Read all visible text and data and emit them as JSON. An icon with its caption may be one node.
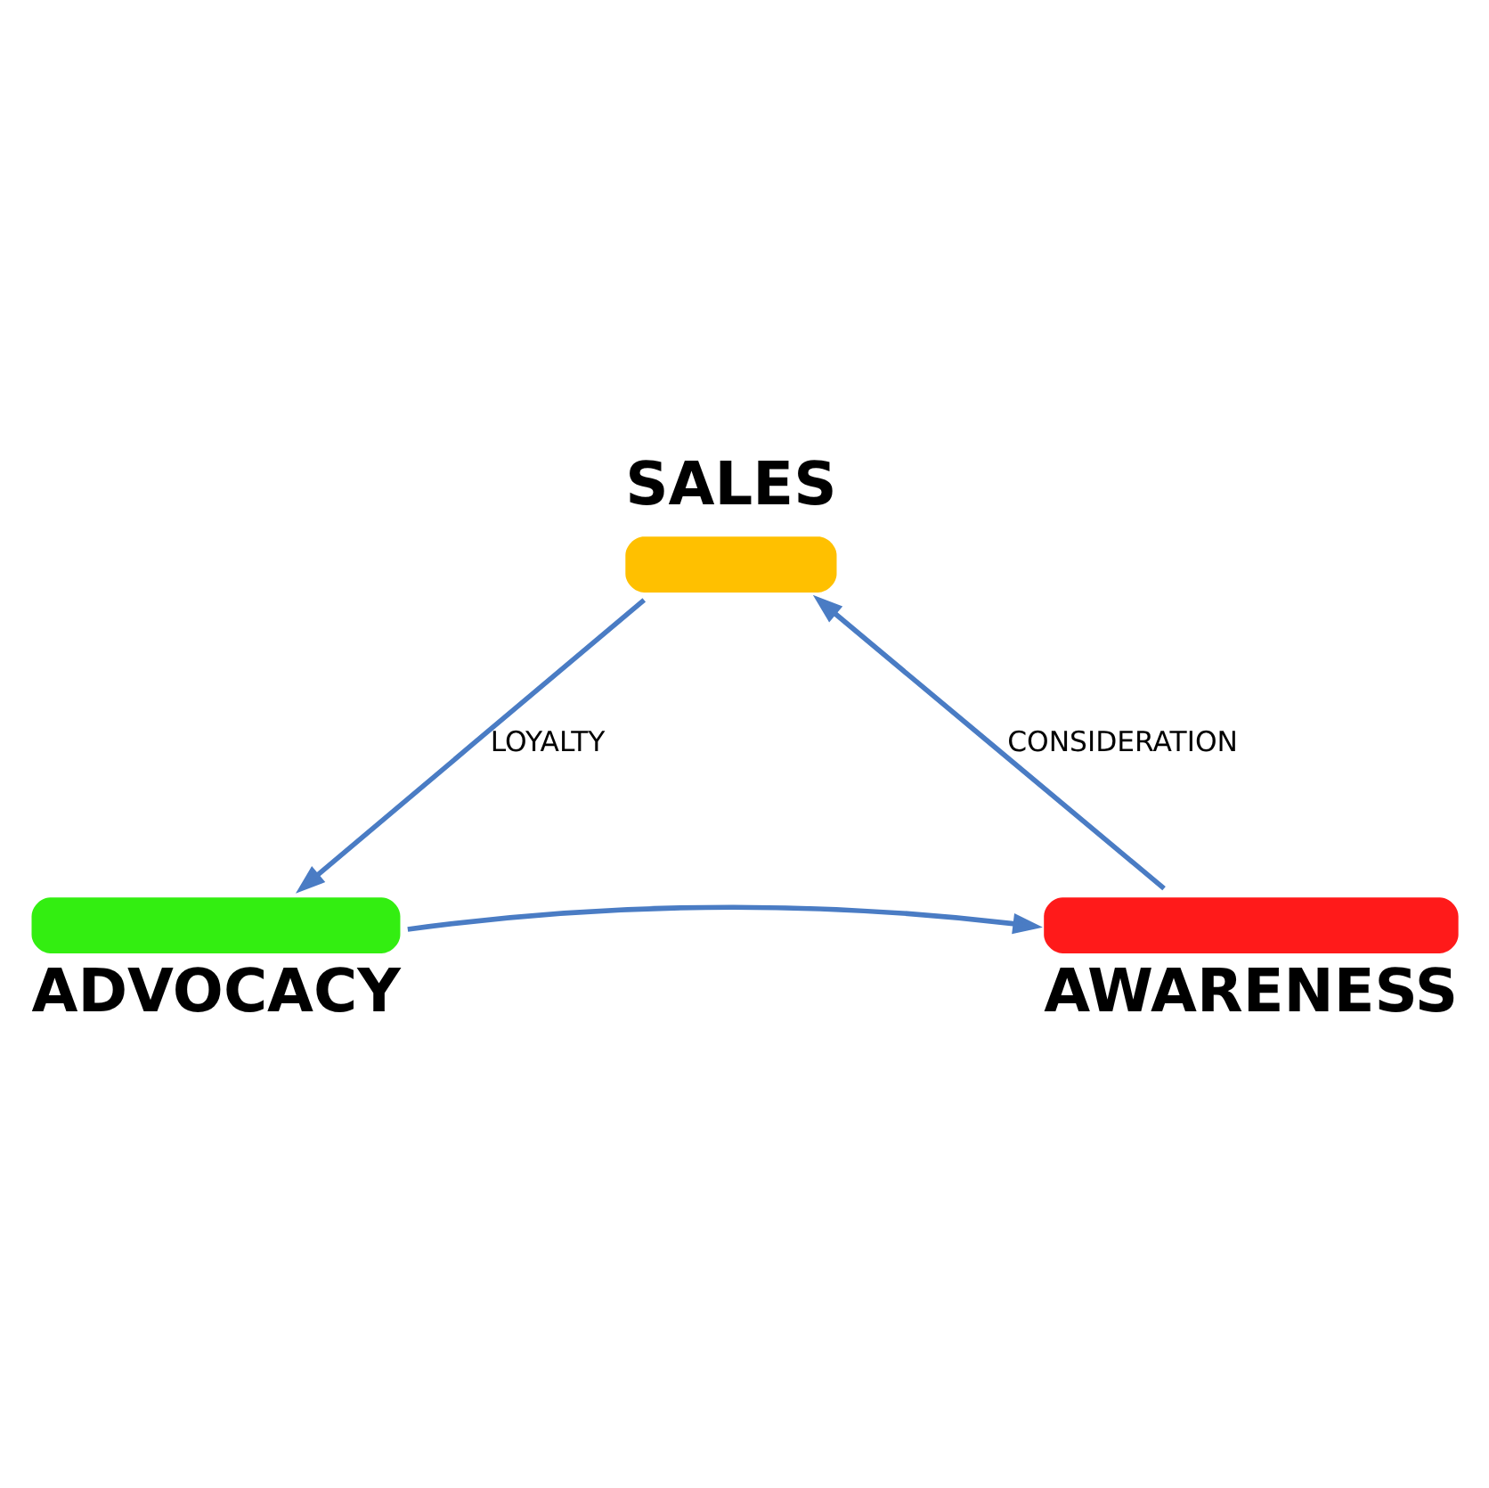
{
  "diagram": {
    "nodes": [
      {
        "text": [
          "SALES"
        ]
      },
      {
        "text": [
          "AWARENESS"
        ]
      },
      {
        "text": [
          "ADVOCACY"
        ]
      }
    ],
    "edges": [
      {
        "from": 1,
        "to": 0,
        "arrow": "to",
        "label": "CONSIDERATION"
      },
      {
        "from": 0,
        "to": 2,
        "arrow": "to",
        "label": "LOYALTY"
      },
      {
        "from": 2,
        "to": 1,
        "arrow": "to"
      }
    ]
  }
}
